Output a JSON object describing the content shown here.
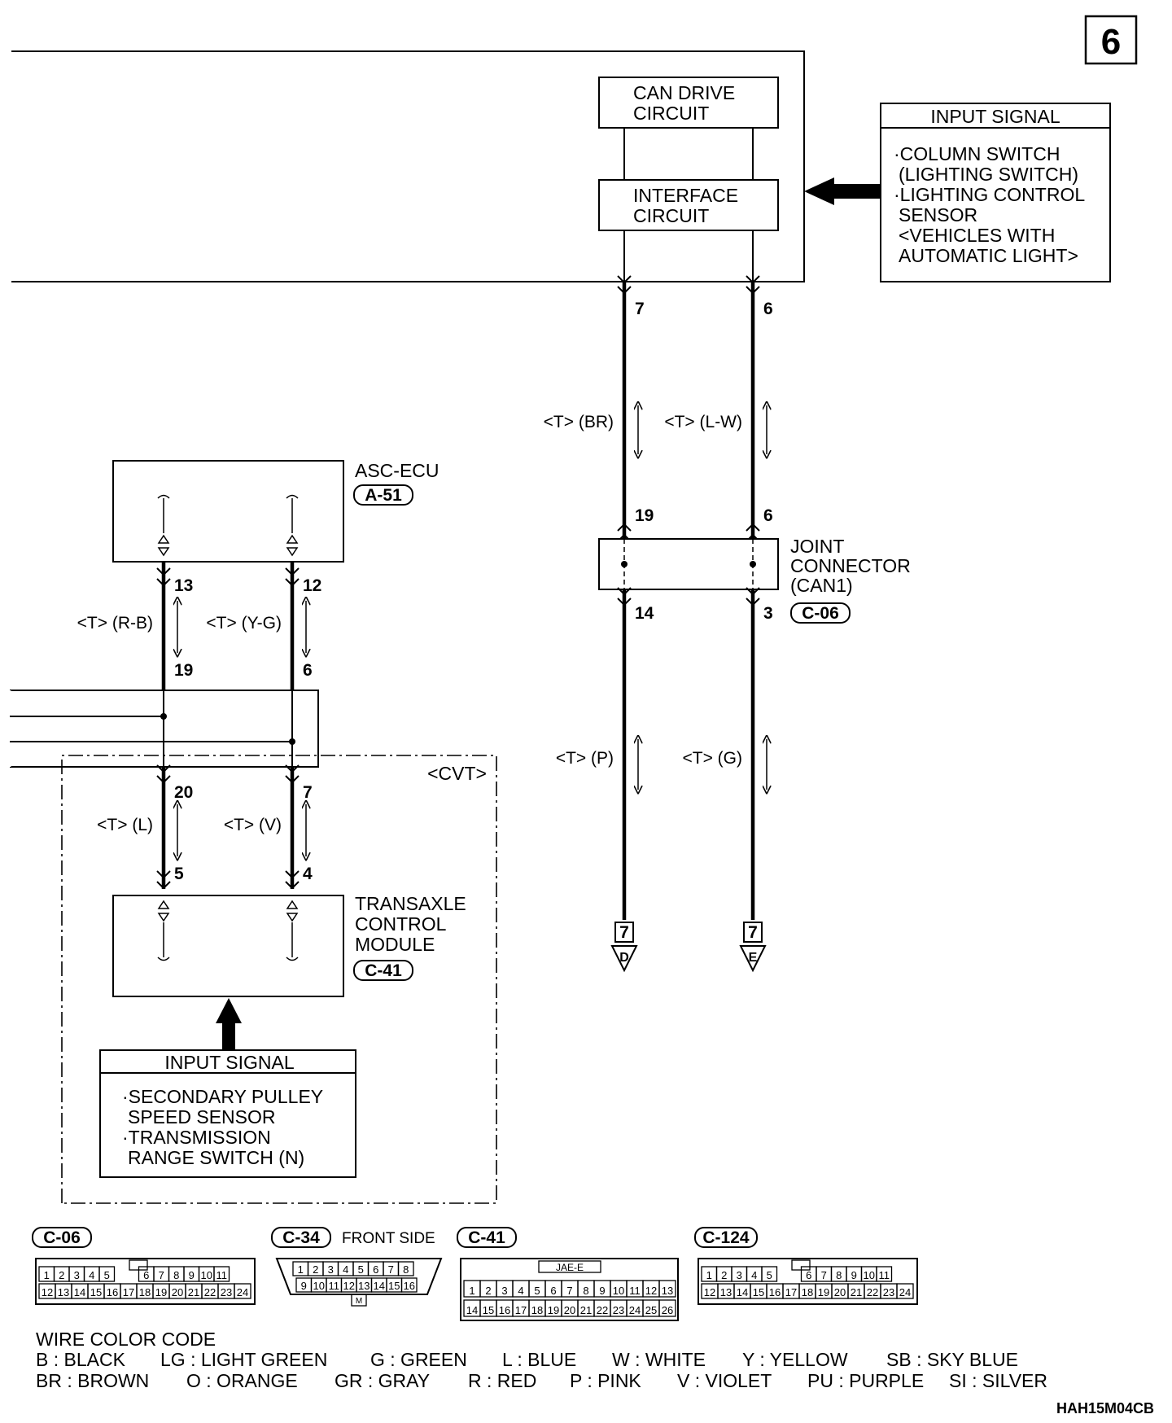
{
  "page_number": "6",
  "diagram_code": "HAH15M04CB",
  "etacs": {
    "can_drive": [
      "CAN DRIVE",
      "CIRCUIT"
    ],
    "interface": [
      "INTERFACE",
      "CIRCUIT"
    ],
    "pin_left": "7",
    "pin_right": "6"
  },
  "input_top": {
    "title": "INPUT SIGNAL",
    "lines": [
      "·COLUMN SWITCH",
      "(LIGHTING SWITCH)",
      "·LIGHTING CONTROL",
      "SENSOR",
      "<VEHICLES WITH",
      "AUTOMATIC LIGHT>"
    ]
  },
  "wires_right": {
    "upper_left": "<T> (BR)",
    "upper_right": "<T> (L-W)",
    "lower_left": "<T> (P)",
    "lower_right": "<T> (G)"
  },
  "joint": {
    "label": [
      "JOINT",
      "CONNECTOR",
      "(CAN1)"
    ],
    "connector": "C-06",
    "pin_tl": "19",
    "pin_tr": "6",
    "pin_bl": "14",
    "pin_br": "3"
  },
  "refs": {
    "box": "7",
    "left": "D",
    "right": "E"
  },
  "asc": {
    "name": "ASC-ECU",
    "connector": "A-51",
    "pin_l": "13",
    "pin_r": "12"
  },
  "wires_left": {
    "upper_left": "<T> (R-B)",
    "upper_right": "<T> (Y-G)",
    "lower_left": "<T> (L)",
    "lower_right": "<T> (V)"
  },
  "junction_pins": {
    "top_l": "19",
    "top_r": "6",
    "bot_l": "20",
    "bot_r": "7"
  },
  "cvt_label": "<CVT>",
  "tcm": {
    "name": [
      "TRANSAXLE",
      "CONTROL",
      "MODULE"
    ],
    "connector": "C-41",
    "pin_l": "5",
    "pin_r": "4"
  },
  "input_bottom": {
    "title": "INPUT SIGNAL",
    "lines": [
      "·SECONDARY PULLEY",
      "SPEED SENSOR",
      "·TRANSMISSION",
      "RANGE SWITCH (N)"
    ]
  },
  "connectors": {
    "c06": {
      "label": "C-06",
      "row1": [
        "1",
        "2",
        "3",
        "4",
        "5",
        "6",
        "7",
        "8",
        "9",
        "10",
        "11"
      ],
      "row2": [
        "12",
        "13",
        "14",
        "15",
        "16",
        "17",
        "18",
        "19",
        "20",
        "21",
        "22",
        "23",
        "24"
      ]
    },
    "c34": {
      "label": "C-34",
      "side": "FRONT SIDE",
      "row1": [
        "1",
        "2",
        "3",
        "4",
        "5",
        "6",
        "7",
        "8"
      ],
      "row2": [
        "9",
        "10",
        "11",
        "12",
        "13",
        "14",
        "15",
        "16"
      ],
      "mark": "M"
    },
    "c41": {
      "label": "C-41",
      "header": "JAE-E",
      "row1": [
        "1",
        "2",
        "3",
        "4",
        "5",
        "6",
        "7",
        "8",
        "9",
        "10",
        "11",
        "12",
        "13"
      ],
      "row2": [
        "14",
        "15",
        "16",
        "17",
        "18",
        "19",
        "20",
        "21",
        "22",
        "23",
        "24",
        "25",
        "26"
      ]
    },
    "c124": {
      "label": "C-124",
      "row1": [
        "1",
        "2",
        "3",
        "4",
        "5",
        "6",
        "7",
        "8",
        "9",
        "10",
        "11"
      ],
      "row2": [
        "12",
        "13",
        "14",
        "15",
        "16",
        "17",
        "18",
        "19",
        "20",
        "21",
        "22",
        "23",
        "24"
      ]
    }
  },
  "color_code": {
    "title": "WIRE COLOR CODE",
    "row1": [
      "B : BLACK",
      "LG : LIGHT GREEN",
      "G : GREEN",
      "L : BLUE",
      "W : WHITE",
      "Y : YELLOW",
      "SB : SKY BLUE"
    ],
    "row2": [
      "BR : BROWN",
      "O : ORANGE",
      "GR : GRAY",
      "R : RED",
      "P : PINK",
      "V : VIOLET",
      "PU : PURPLE",
      "SI : SILVER"
    ]
  }
}
